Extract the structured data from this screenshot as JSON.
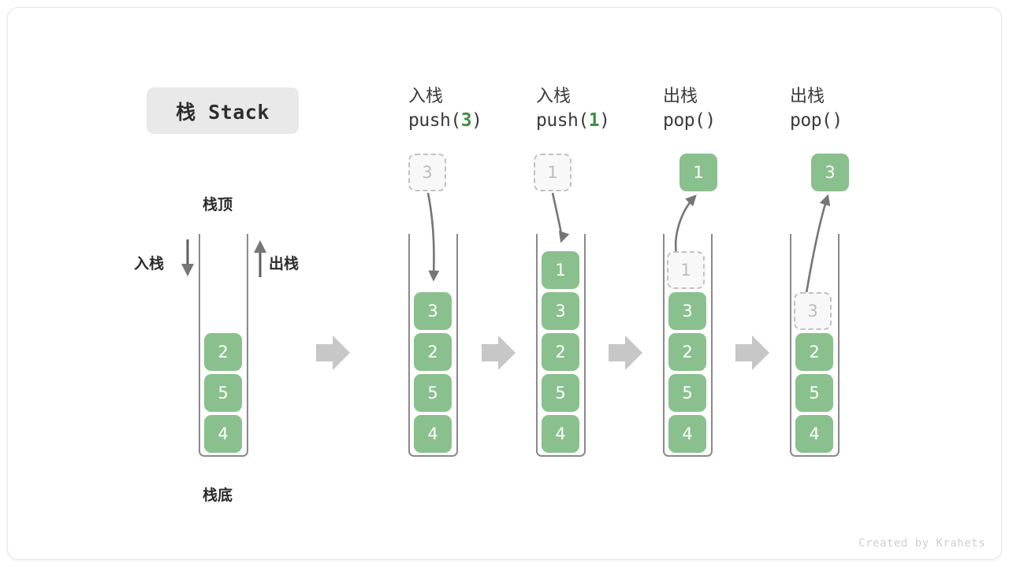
{
  "title": {
    "badge_label": "栈 Stack"
  },
  "watermark": "Created by Krahets",
  "colors": {
    "cell_green": "#8ac08d",
    "ghost_fill": "#f8f8f8",
    "ghost_border": "#c2c2c2",
    "accent_green_text": "#3f8f45",
    "arrow_gray": "#767676",
    "separator_gray": "#c7c7c7",
    "container_border": "#8a8a8a",
    "badge_bg": "#e9e9e9"
  },
  "legend": {
    "top_label": "栈顶",
    "bottom_label": "栈底",
    "push_label": "入栈",
    "pop_label": "出栈"
  },
  "columns": [
    {
      "id": "initial",
      "header_cn": "",
      "header_code_prefix": "",
      "header_code_arg": "",
      "header_code_suffix": "",
      "stack": [
        "2",
        "5",
        "4"
      ],
      "ghost_in_stack": null,
      "incoming": null,
      "outgoing": null
    },
    {
      "id": "push-3",
      "header_cn": "入栈",
      "header_code_prefix": "push(",
      "header_code_arg": "3",
      "header_code_suffix": ")",
      "stack": [
        "3",
        "2",
        "5",
        "4"
      ],
      "ghost_in_stack": null,
      "incoming": "3",
      "outgoing": null
    },
    {
      "id": "push-1",
      "header_cn": "入栈",
      "header_code_prefix": "push(",
      "header_code_arg": "1",
      "header_code_suffix": ")",
      "stack": [
        "1",
        "3",
        "2",
        "5",
        "4"
      ],
      "ghost_in_stack": null,
      "incoming": "1",
      "outgoing": null
    },
    {
      "id": "pop-1",
      "header_cn": "出栈",
      "header_code_prefix": "pop(",
      "header_code_arg": "",
      "header_code_suffix": ")",
      "stack": [
        "3",
        "2",
        "5",
        "4"
      ],
      "ghost_in_stack": "1",
      "incoming": null,
      "outgoing": "1"
    },
    {
      "id": "pop-3",
      "header_cn": "出栈",
      "header_code_prefix": "pop(",
      "header_code_arg": "",
      "header_code_suffix": ")",
      "stack": [
        "2",
        "5",
        "4"
      ],
      "ghost_in_stack": "3",
      "incoming": null,
      "outgoing": "3"
    }
  ]
}
